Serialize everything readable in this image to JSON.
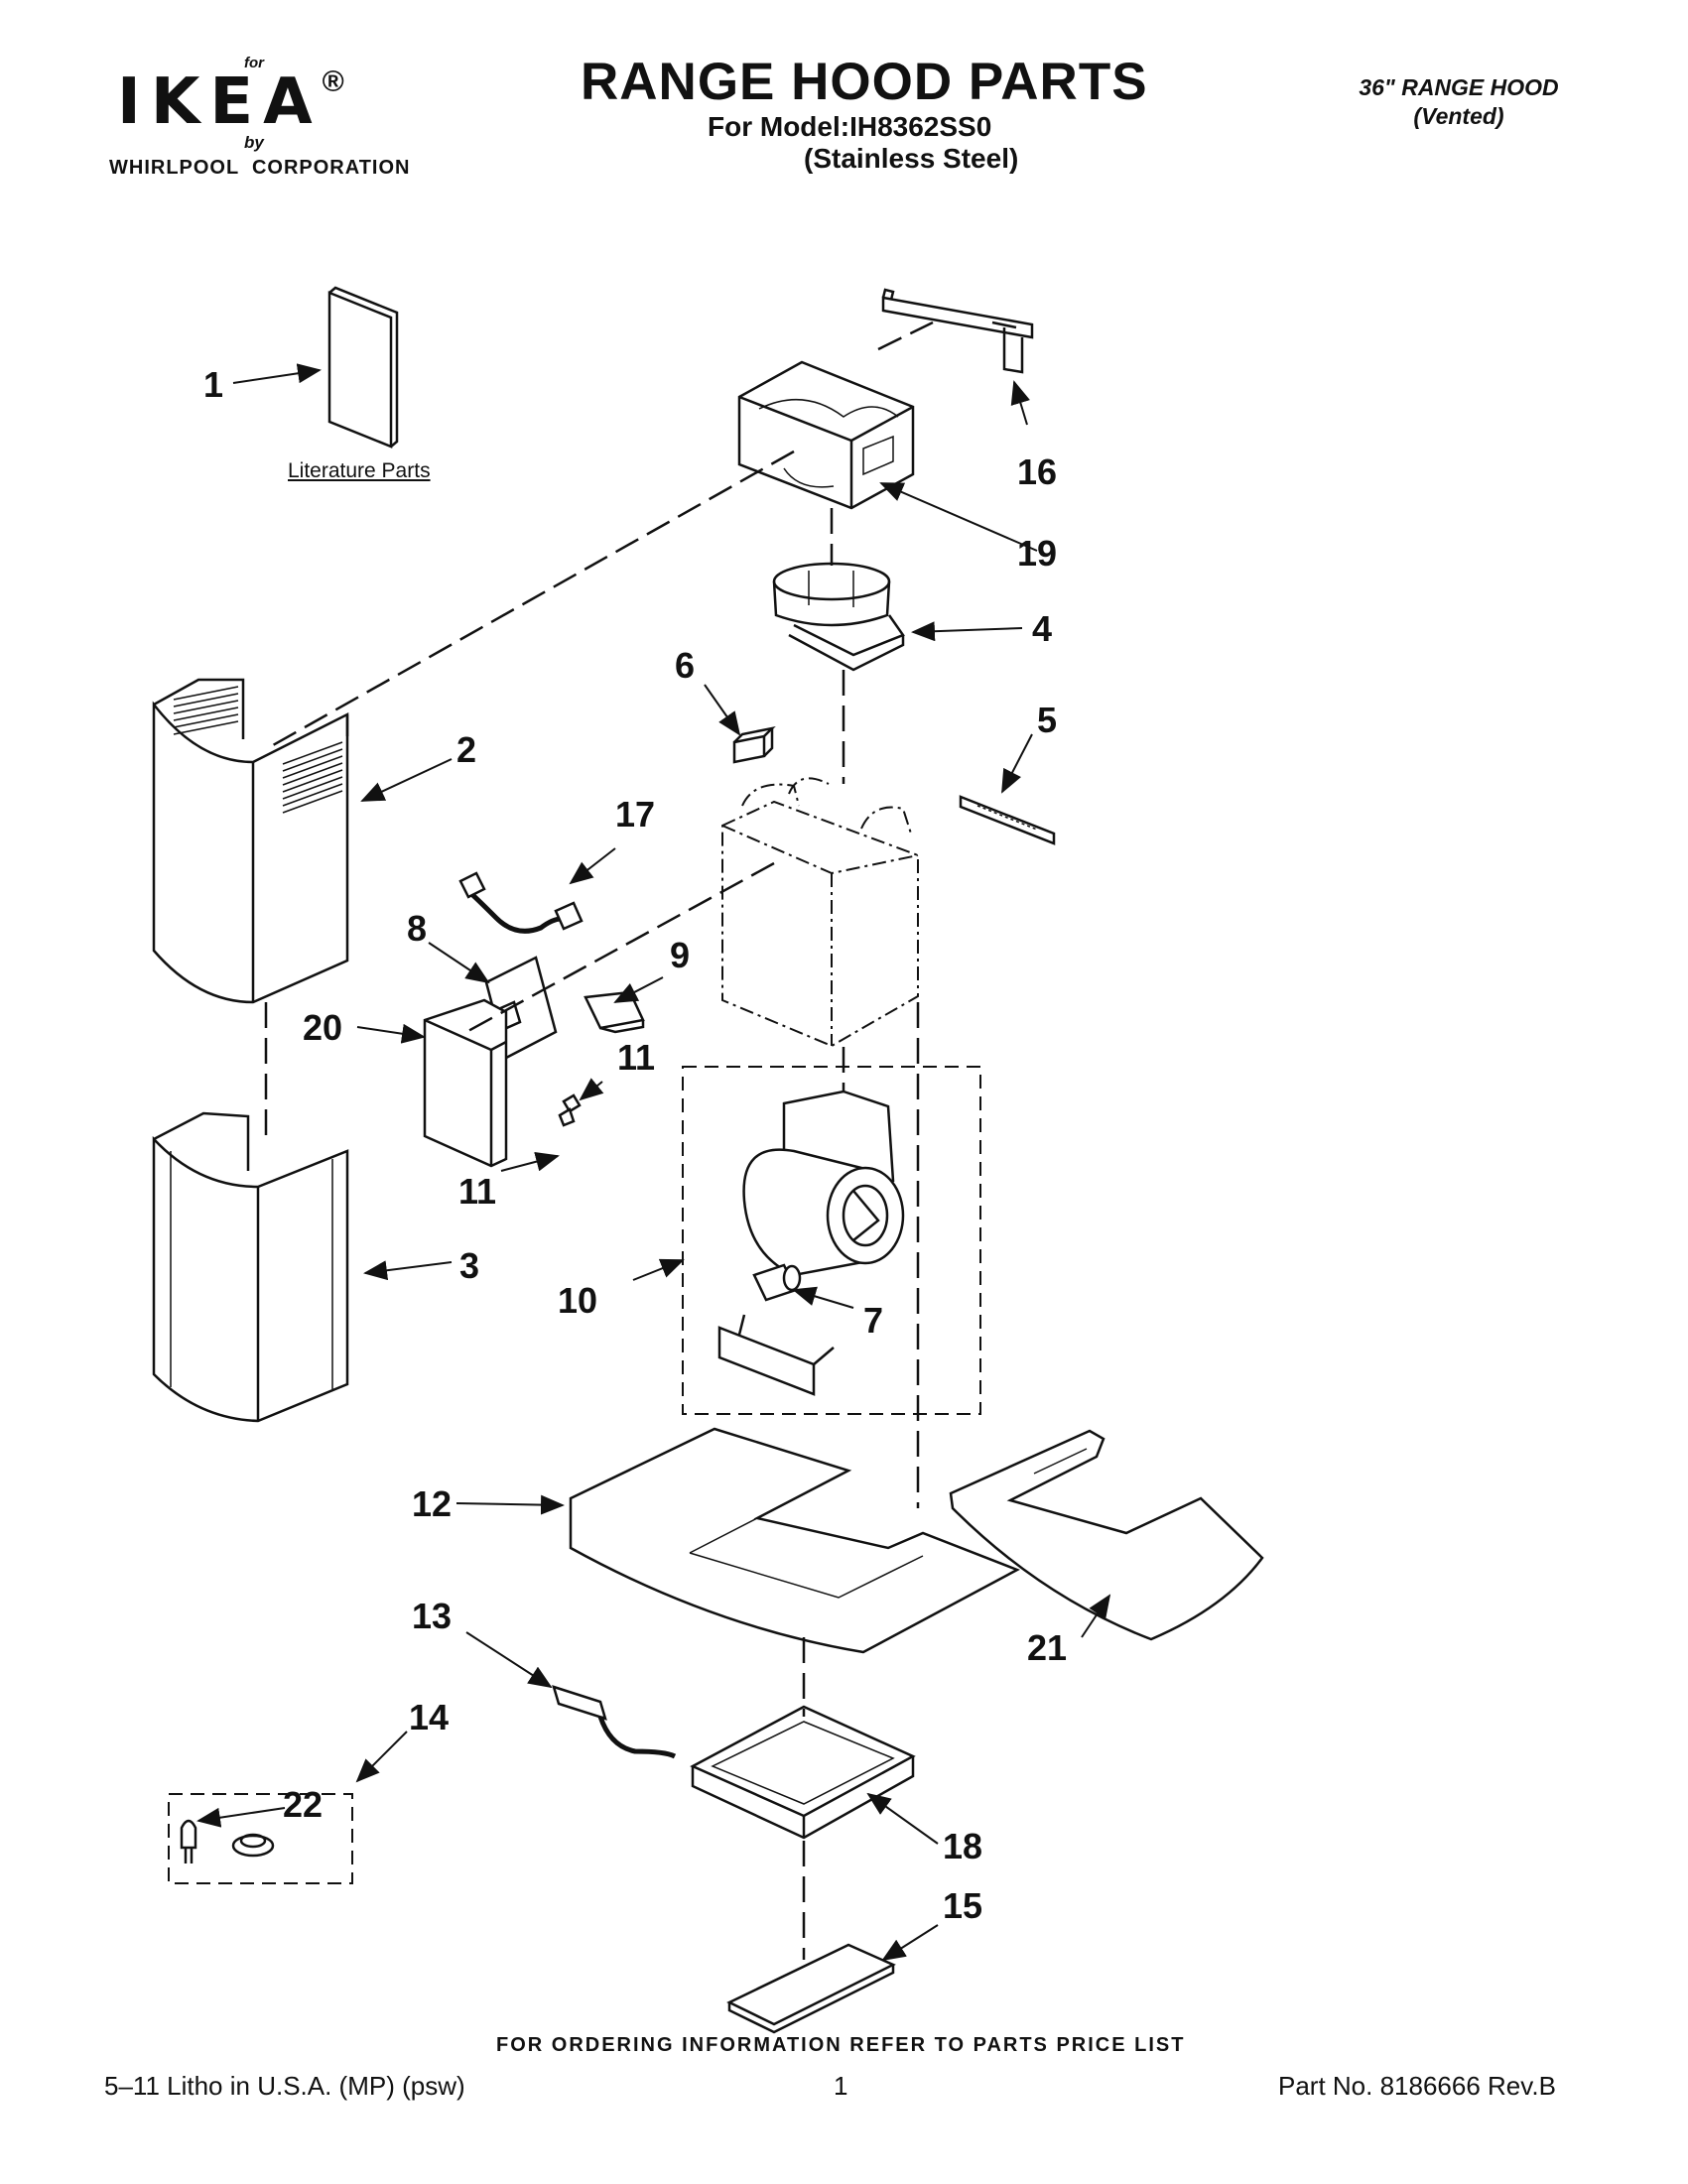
{
  "header": {
    "brand_for": "for",
    "brand_name": "IKEA",
    "brand_reg": "®",
    "brand_by": "by",
    "brand_corp": "WHIRLPOOL  CORPORATION",
    "title": "RANGE HOOD PARTS",
    "model_line": "For Model:IH8362SS0",
    "finish_line": "(Stainless Steel)",
    "product": "36\" RANGE HOOD",
    "product_type": "(Vented)"
  },
  "literature_label": "Literature Parts",
  "callouts": [
    "1",
    "2",
    "3",
    "4",
    "5",
    "6",
    "7",
    "8",
    "9",
    "10",
    "11",
    "11",
    "12",
    "13",
    "14",
    "15",
    "16",
    "17",
    "18",
    "19",
    "20",
    "21",
    "22"
  ],
  "ordering_note": "FOR ORDERING INFORMATION REFER TO PARTS PRICE LIST",
  "footer": {
    "litho": "5–11 Litho in U.S.A. (MP) (psw)",
    "page": "1",
    "part_no": "Part No. 8186666 Rev.B"
  },
  "colors": {
    "ink": "#111111",
    "paper": "#ffffff"
  }
}
